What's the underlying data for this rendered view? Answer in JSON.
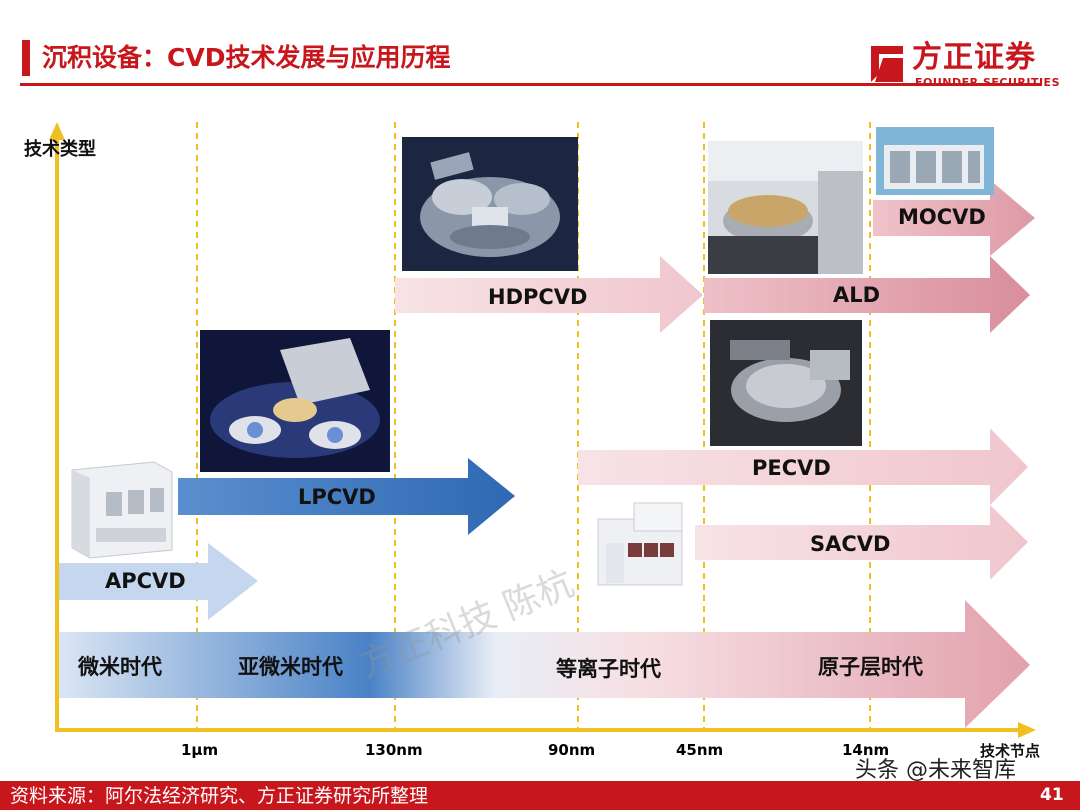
{
  "header": {
    "title": "沉积设备：CVD技术发展与应用历程",
    "logo_cn": "方正证券",
    "logo_en": "FOUNDER SECURITIES"
  },
  "axes": {
    "y_label": "技术类型",
    "x_label": "技术节点",
    "ticks": [
      "1μm",
      "130nm",
      "90nm",
      "45nm",
      "14nm"
    ]
  },
  "technologies": [
    "APCVD",
    "LPCVD",
    "HDPCVD",
    "PECVD",
    "SACVD",
    "ALD",
    "MOCVD"
  ],
  "eras": [
    "微米时代",
    "亚微米时代",
    "等离子时代",
    "原子层时代"
  ],
  "watermark": "方正科技 陈杭",
  "footer": {
    "source": "资料来源：阿尔法经济研究、方正证券研究所整理",
    "page": "41",
    "overlay": "头条 @未来智库"
  },
  "colors": {
    "brand_red": "#c8161d",
    "blue_arrow": "#3b76bf",
    "light_blue_arrow": "#c7d9ef",
    "pink_arrow": "#f3d3d8",
    "rose_arrow": "#e4a8b2",
    "guide_line": "#f0c020"
  }
}
